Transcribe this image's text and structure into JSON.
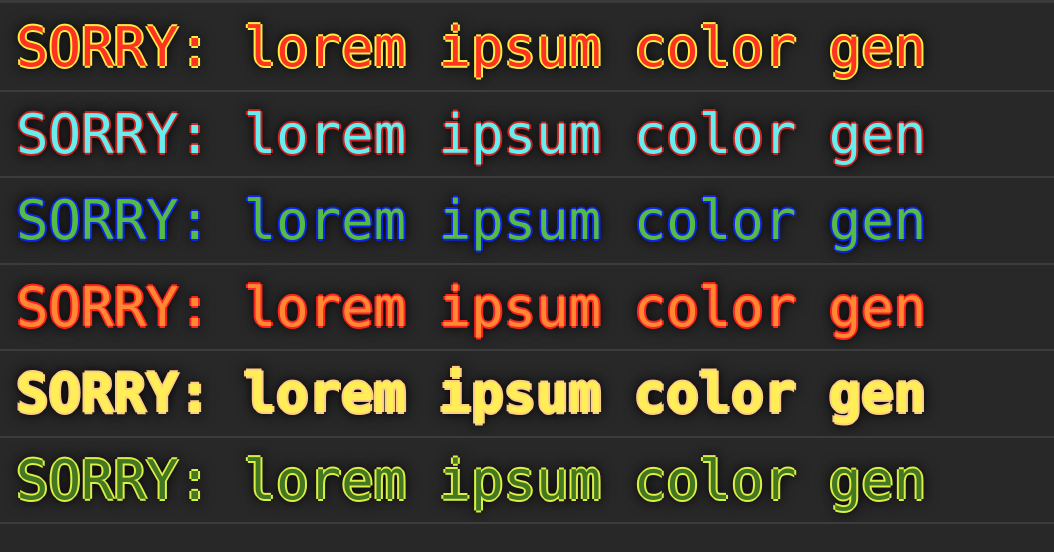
{
  "console": {
    "lines": [
      {
        "text": "SORRY: lorem ipsum color gen",
        "color": "#ff3322",
        "outline": "#ffee44",
        "bold": false
      },
      {
        "text": "SORRY: lorem ipsum color gen",
        "color": "#66eeee",
        "outline": "#cc2222",
        "bold": false
      },
      {
        "text": "SORRY: lorem ipsum color gen",
        "color": "#55bb44",
        "outline": "#1122ee",
        "bold": false
      },
      {
        "text": "SORRY: lorem ipsum color gen",
        "color": "#ff8833",
        "outline": "#ff2222",
        "bold": false
      },
      {
        "text": "SORRY: lorem ipsum color gen",
        "color": "#ffee55",
        "outline": "#ffcc88",
        "bold": true
      },
      {
        "text": "SORRY: lorem ipsum color gen",
        "color": "#447722",
        "outline": "#ddee44",
        "bold": false
      }
    ]
  }
}
